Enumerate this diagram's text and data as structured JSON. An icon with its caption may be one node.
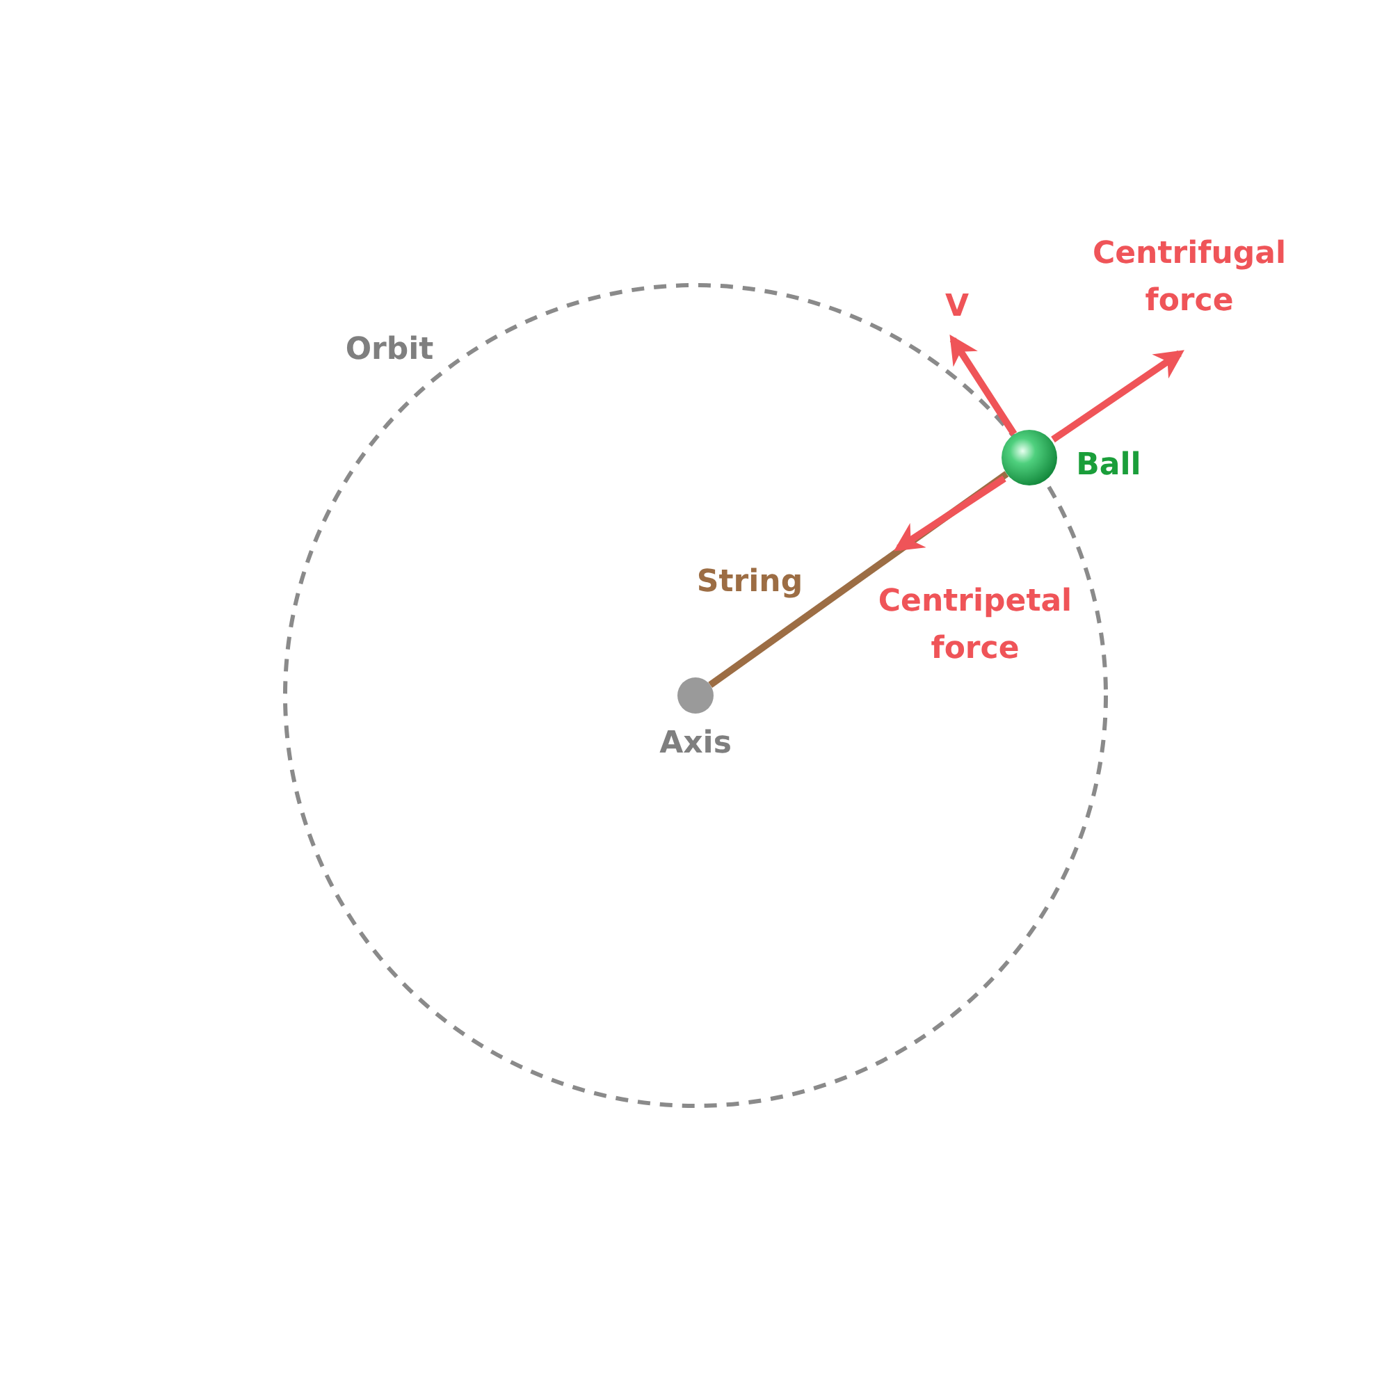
{
  "diagram": {
    "nodes": [
      {
        "text": [],
        "shape": "circle",
        "beside": [
          "Ball"
        ]
      },
      {
        "text": [],
        "shape": "circle",
        "beside": [
          "Axis"
        ]
      }
    ],
    "edges": [
      {
        "from": 1,
        "to": 0,
        "arrow": "none",
        "label": "String"
      }
    ],
    "labels": [
      "Centrifugal force",
      "V",
      "Orbit",
      "Centripetal force"
    ]
  }
}
